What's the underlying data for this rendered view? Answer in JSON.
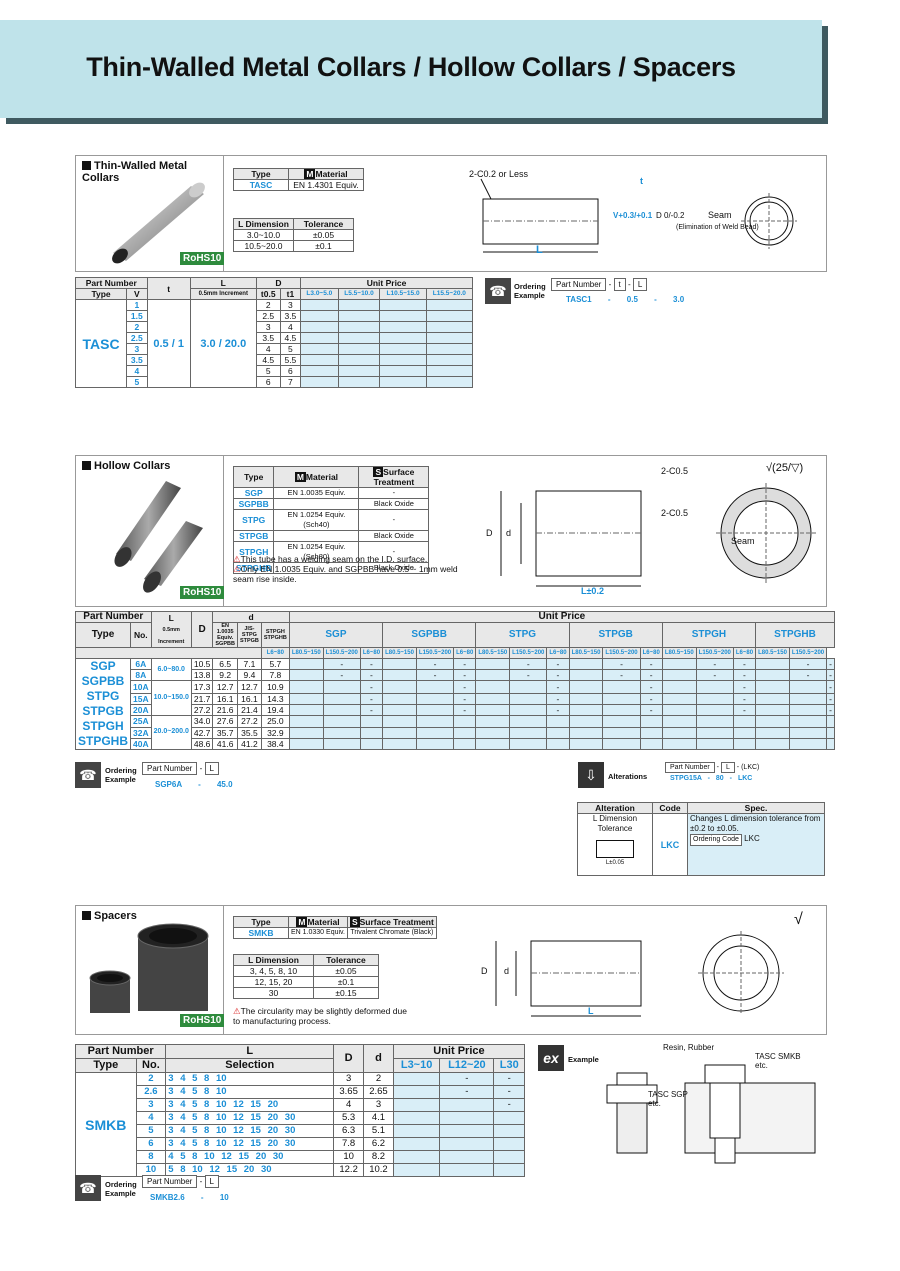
{
  "title": "Thin-Walled Metal Collars / Hollow Collars / Spacers",
  "tasc": {
    "section_title": "Thin-Walled Metal Collars",
    "rohs": "RoHS10",
    "mat_headers": [
      "Type",
      "Material"
    ],
    "mat_row": [
      "TASC",
      "EN 1.4301 Equiv."
    ],
    "tol_headers": [
      "L Dimension",
      "Tolerance"
    ],
    "tol_rows": [
      [
        "3.0~10.0",
        "±0.05"
      ],
      [
        "10.5~20.0",
        "±0.1"
      ]
    ],
    "drawing": {
      "chamfer": "2-C0.2 or Less",
      "t": "t",
      "v_tol": "V+0.3/+0.1",
      "d_tol": "D 0/-0.2",
      "seam": "Seam",
      "seam_note": "(Elimination of Weld Bead)",
      "L": "L"
    },
    "table_head": {
      "part_number": "Part Number",
      "type": "Type",
      "v": "V",
      "t": "t",
      "l": "L",
      "l_inc": "0.5mm Increment",
      "d": "D",
      "t05": "t0.5",
      "t1": "t1",
      "unit_price": "Unit Price",
      "prices": [
        "L3.0~5.0",
        "L5.5~10.0",
        "L10.5~15.0",
        "L15.5~20.0"
      ]
    },
    "type_name": "TASC",
    "t_values": "0.5 / 1",
    "l_range": "3.0 / 20.0",
    "rows": [
      [
        "1",
        "2",
        "3"
      ],
      [
        "1.5",
        "2.5",
        "3.5"
      ],
      [
        "2",
        "3",
        "4"
      ],
      [
        "2.5",
        "3.5",
        "4.5"
      ],
      [
        "3",
        "4",
        "5"
      ],
      [
        "3.5",
        "4.5",
        "5.5"
      ],
      [
        "4",
        "5",
        "6"
      ],
      [
        "5",
        "6",
        "7"
      ]
    ],
    "ordering": {
      "label": "Ordering Example",
      "fields": [
        "Part Number",
        "-",
        "t",
        "-",
        "L"
      ],
      "example": [
        "TASC1",
        "-",
        "0.5",
        "-",
        "3.0"
      ]
    }
  },
  "hollow": {
    "section_title": "Hollow Collars",
    "rohs": "RoHS10",
    "mat_headers": [
      "Type",
      "Material",
      "Surface Treatment"
    ],
    "mat_rows": [
      [
        "SGP",
        "EN 1.0035 Equiv.",
        "-"
      ],
      [
        "SGPBB",
        "",
        "Black Oxide"
      ],
      [
        "STPG",
        "EN 1.0254 Equiv. (Sch40)",
        "-"
      ],
      [
        "STPGB",
        "",
        "Black Oxide"
      ],
      [
        "STPGH",
        "EN 1.0254 Equiv. (Sch80)",
        "-"
      ],
      [
        "STPGHB",
        "",
        "Black Oxide"
      ]
    ],
    "notes": [
      "This tube has a welding seam on the I.D. surface.",
      "Only EN 1.0035 Equiv. and SGPBB have 0.5 ~ 1mm weld seam rise inside."
    ],
    "drawing": {
      "c1": "2-C0.5",
      "c2": "2-C0.5",
      "seam": "Seam",
      "L": "L±0.2",
      "D": "D",
      "d": "d",
      "rough": "√(25/▽)"
    },
    "table_head": {
      "part_number": "Part Number",
      "type": "Type",
      "no": "No.",
      "l": "L",
      "l_inc": "0.5mm Increment",
      "d_big": "D",
      "d_small": "d",
      "d_cols": [
        "EN 1.0035 Equiv. SGPBB",
        "JIS-STPG STPGB",
        "STPGH STPGHB"
      ],
      "unit_price": "Unit Price",
      "groups": [
        "SGP",
        "SGPBB",
        "STPG",
        "STPGB",
        "STPGH",
        "STPGHB"
      ],
      "sub": [
        "L6~80",
        "L80.5~150",
        "L150.5~200"
      ]
    },
    "types": [
      "SGP",
      "SGPBB",
      "STPG",
      "STPGB",
      "STPGH",
      "STPGHB"
    ],
    "l_groups": [
      "6.0~80.0",
      "10.0~150.0",
      "20.0~200.0"
    ],
    "rows": [
      [
        "6A",
        "10.5",
        "6.5",
        "7.1",
        "5.7",
        [
          "",
          "-",
          "-"
        ]
      ],
      [
        "8A",
        "13.8",
        "9.2",
        "9.4",
        "7.8",
        [
          "",
          "-",
          "-"
        ]
      ],
      [
        "10A",
        "17.3",
        "12.7",
        "12.7",
        "10.9",
        [
          "",
          "",
          "-"
        ]
      ],
      [
        "15A",
        "21.7",
        "16.1",
        "16.1",
        "14.3",
        [
          "",
          "",
          "-"
        ]
      ],
      [
        "20A",
        "27.2",
        "21.6",
        "21.4",
        "19.4",
        [
          "",
          "",
          "-"
        ]
      ],
      [
        "25A",
        "34.0",
        "27.6",
        "27.2",
        "25.0",
        [
          "",
          "",
          ""
        ]
      ],
      [
        "32A",
        "42.7",
        "35.7",
        "35.5",
        "32.9",
        [
          "",
          "",
          ""
        ]
      ],
      [
        "40A",
        "48.6",
        "41.6",
        "41.2",
        "38.4",
        [
          "",
          "",
          ""
        ]
      ]
    ],
    "ordering": {
      "label": "Ordering Example",
      "fields": [
        "Part Number",
        "-",
        "L"
      ],
      "example": [
        "SGP6A",
        "-",
        "45.0"
      ]
    },
    "alterations": {
      "label": "Alterations",
      "fields": [
        "Part Number",
        "-",
        "L",
        "-",
        "(LKC)"
      ],
      "example": [
        "STPG15A",
        "-",
        "80",
        "-",
        "LKC"
      ],
      "headers": [
        "Alteration",
        "Code",
        "Spec."
      ],
      "row": {
        "name": "L Dimension Tolerance",
        "diagram": "L±0.05",
        "code": "LKC",
        "spec": "Changes L dimension tolerance from ±0.2 to ±0.05.",
        "ordering_code": "Ordering Code",
        "ordering_code_val": "LKC"
      }
    }
  },
  "spacers": {
    "section_title": "Spacers",
    "rohs": "RoHS10",
    "mat_headers": [
      "Type",
      "Material",
      "Surface Treatment"
    ],
    "mat_row": [
      "SMKB",
      "EN 1.0330 Equiv.",
      "Trivalent Chromate (Black)"
    ],
    "tol_headers": [
      "L Dimension",
      "Tolerance"
    ],
    "tol_rows": [
      [
        "3, 4, 5, 8, 10",
        "±0.05"
      ],
      [
        "12, 15, 20",
        "±0.1"
      ],
      [
        "30",
        "±0.15"
      ]
    ],
    "note": "The circularity may be slightly deformed due to manufacturing process.",
    "drawing": {
      "D": "D",
      "d": "d",
      "L": "L",
      "rough": "√"
    },
    "table_head": {
      "part_number": "Part Number",
      "type": "Type",
      "no": "No.",
      "l": "L",
      "selection": "Selection",
      "d_big": "D",
      "d_small": "d",
      "unit_price": "Unit Price",
      "prices": [
        "L3~10",
        "L12~20",
        "L30"
      ]
    },
    "type_name": "SMKB",
    "rows": [
      [
        "2",
        "3 4 5 8 10",
        "3",
        "2",
        [
          "",
          "-",
          "-"
        ]
      ],
      [
        "2.6",
        "3 4 5 8 10",
        "3.65",
        "2.65",
        [
          "",
          "-",
          "-"
        ]
      ],
      [
        "3",
        "3 4 5 8 10 12 15 20",
        "4",
        "3",
        [
          "",
          "",
          "-"
        ]
      ],
      [
        "4",
        "3 4 5 8 10 12 15 20 30",
        "5.3",
        "4.1",
        [
          "",
          "",
          ""
        ]
      ],
      [
        "5",
        "3 4 5 8 10 12 15 20 30",
        "6.3",
        "5.1",
        [
          "",
          "",
          ""
        ]
      ],
      [
        "6",
        "3 4 5 8 10 12 15 20 30",
        "7.8",
        "6.2",
        [
          "",
          "",
          ""
        ]
      ],
      [
        "8",
        "4 5 8 10 12 15 20 30",
        "10",
        "8.2",
        [
          "",
          "",
          ""
        ]
      ],
      [
        "10",
        "5 8 10 12 15 20 30",
        "12.2",
        "10.2",
        [
          "",
          "",
          ""
        ]
      ]
    ],
    "example": {
      "badge": "ex",
      "label": "Example",
      "resin": "Resin, Rubber",
      "tasc_smkb": "TASC SMKB etc.",
      "tasc_sgp": "TASC SGP etc."
    },
    "ordering": {
      "label": "Ordering Example",
      "fields": [
        "Part Number",
        "-",
        "L"
      ],
      "example": [
        "SMKB2.6",
        "-",
        "10"
      ]
    }
  }
}
